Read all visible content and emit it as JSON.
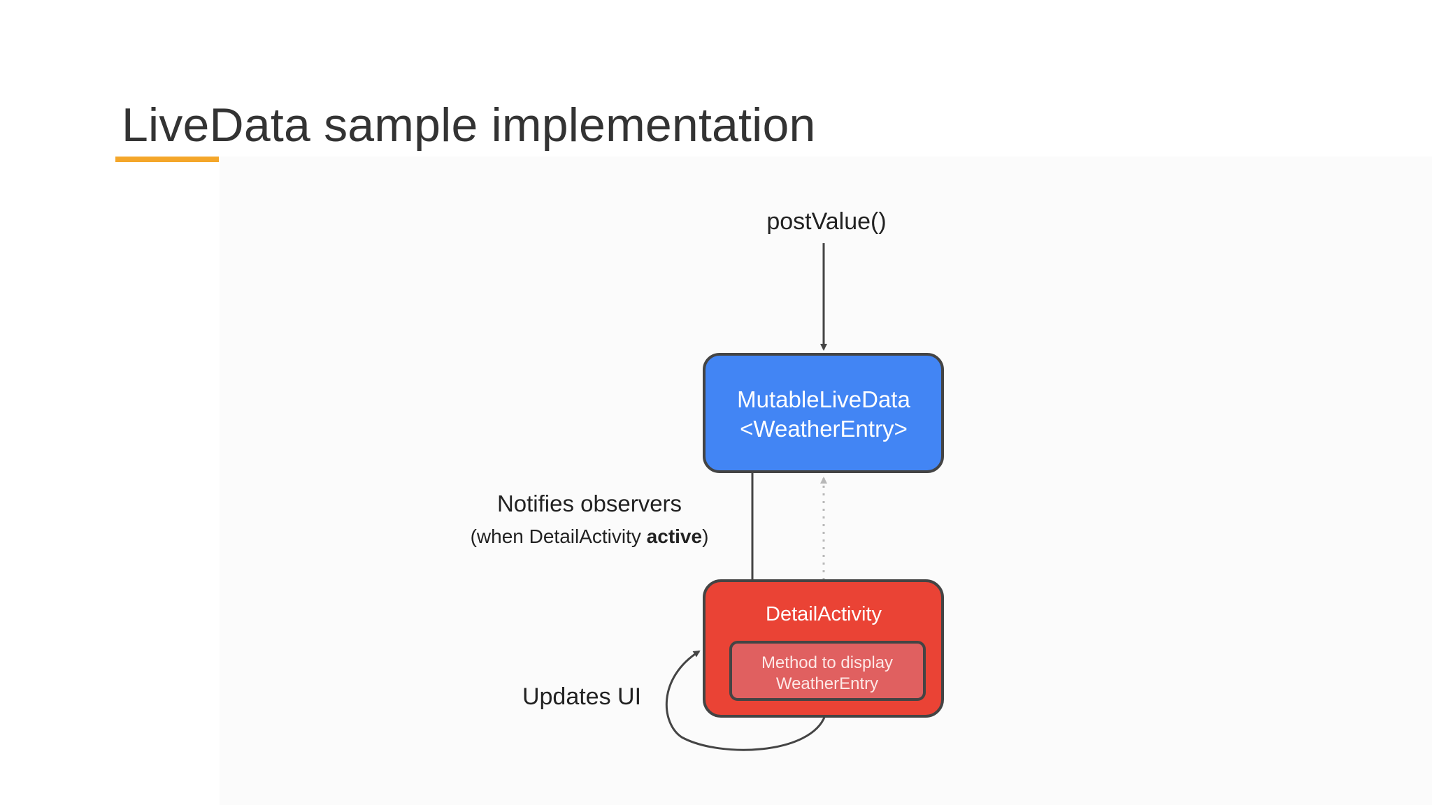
{
  "slide": {
    "title": "LiveData sample implementation",
    "accent_color": "#f4a62a"
  },
  "diagram": {
    "post_value_label": "postValue()",
    "mutable_box": {
      "line1": "MutableLiveData",
      "line2": "<WeatherEntry>",
      "color": "#4285f4"
    },
    "notifies_label": "Notifies observers",
    "notifies_sub": {
      "prefix": "(when DetailActivity ",
      "bold": "active",
      "suffix": ")"
    },
    "activity_box": {
      "label": "DetailActivity",
      "color": "#ea4335"
    },
    "method_box": {
      "line1": "Method to display",
      "line2": "WeatherEntry",
      "color": "#e06060"
    },
    "updates_label": "Updates UI"
  }
}
